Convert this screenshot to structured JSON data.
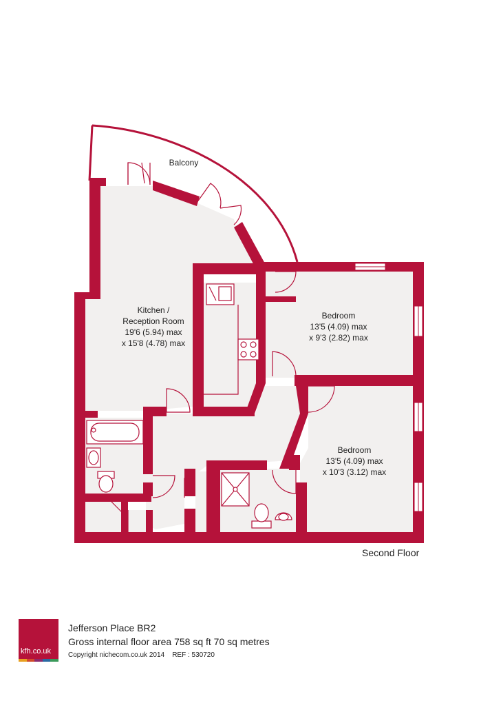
{
  "colors": {
    "wall": "#b5123a",
    "floor": "#f2f0ef",
    "fixture_stroke": "#b5123a",
    "logo": "#b5123a",
    "logo_stripes": [
      "#e8a020",
      "#d24b2a",
      "#8b2a6e",
      "#2a6aa3",
      "#3a9a5a"
    ]
  },
  "rooms": {
    "balcony": "Balcony",
    "kitchen": [
      "Kitchen /",
      "Reception Room",
      "19'6 (5.94) max",
      "x 15'8 (4.78) max"
    ],
    "bedroom1": [
      "Bedroom",
      "13'5 (4.09) max",
      "x 9'3 (2.82) max"
    ],
    "bedroom2": [
      "Bedroom",
      "13'5 (4.09) max",
      "x 10'3 (3.12) max"
    ]
  },
  "floor_label": "Second Floor",
  "footer": {
    "logo_text": "kfh.co.uk",
    "property": "Jefferson Place BR2",
    "area": "Gross internal floor area 758 sq ft 70 sq metres",
    "copyright": "Copyright nichecom.co.uk 2014    REF : 530720"
  }
}
